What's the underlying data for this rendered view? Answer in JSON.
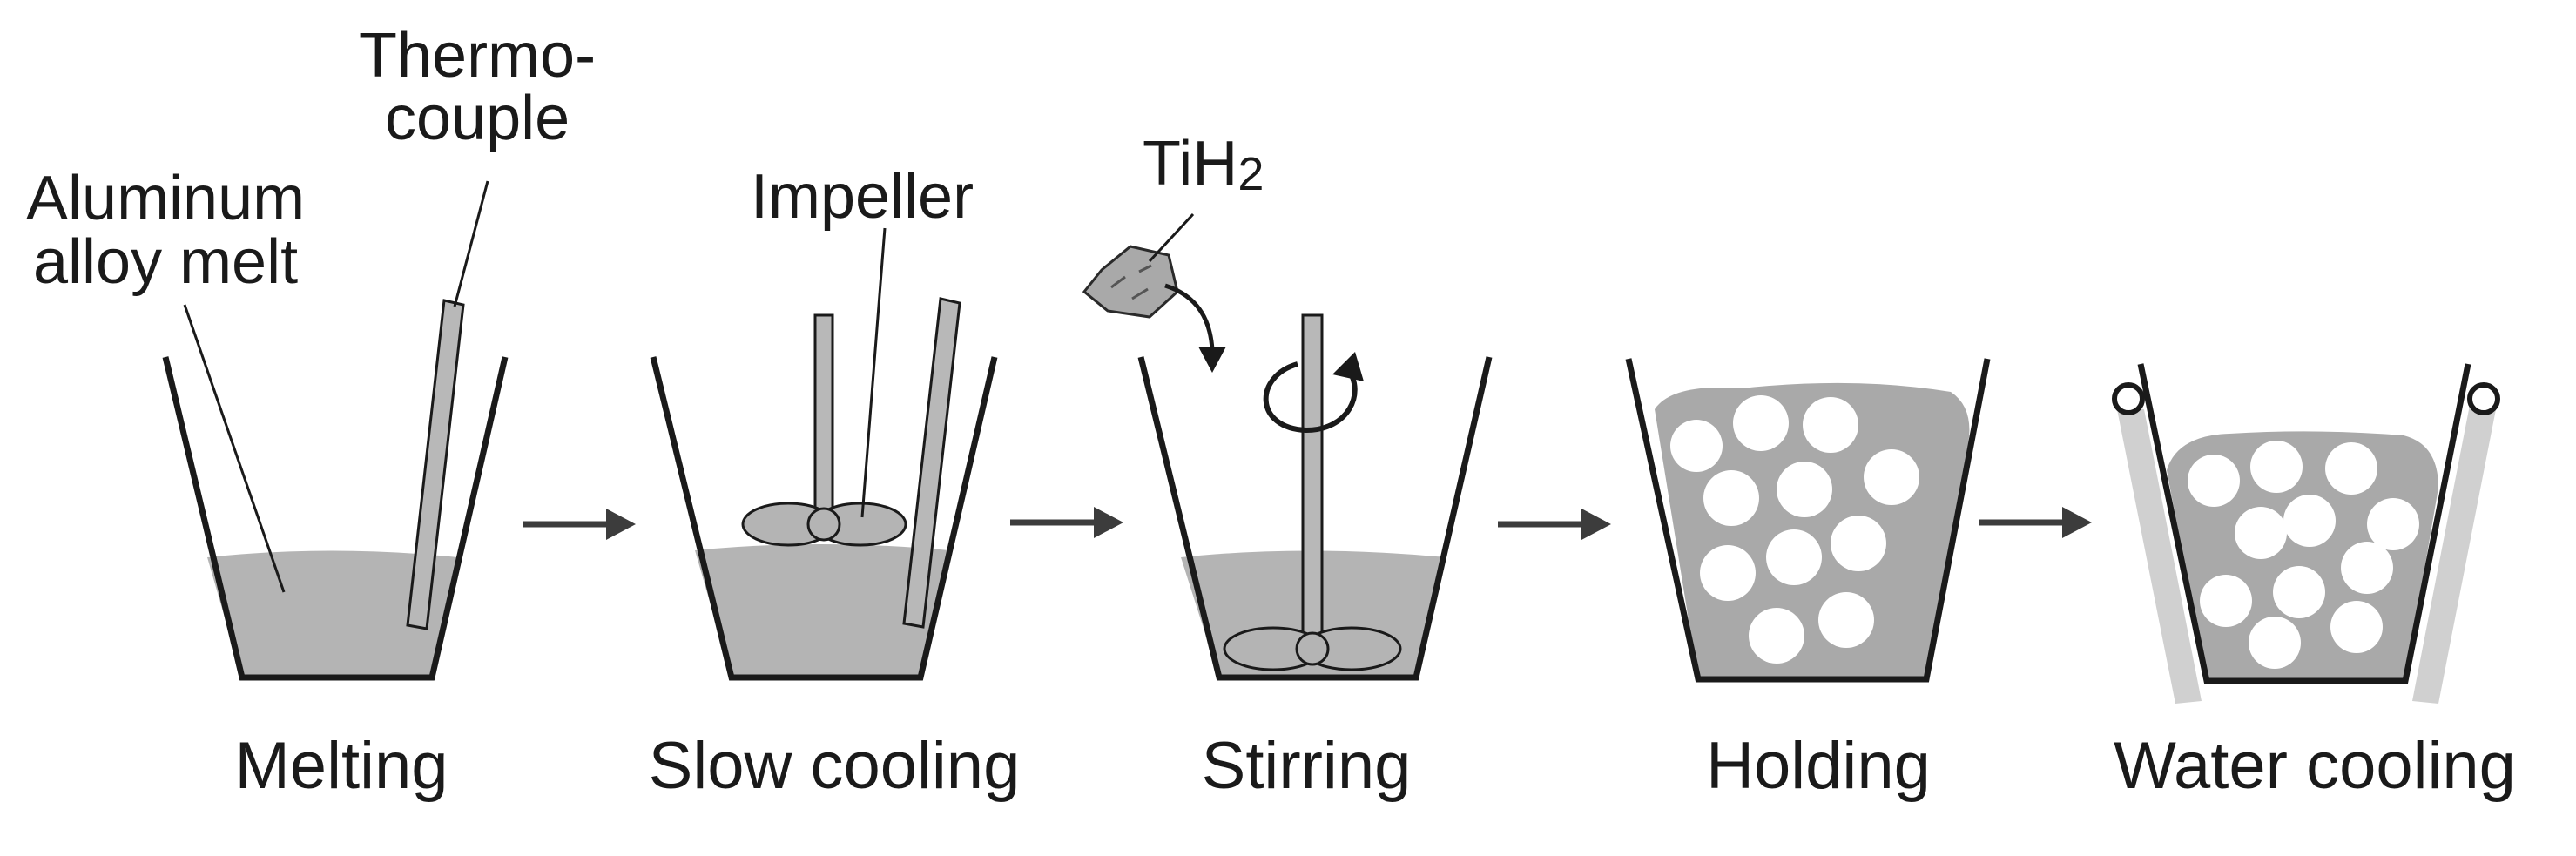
{
  "stages": [
    {
      "label": "Melting"
    },
    {
      "label": "Slow cooling"
    },
    {
      "label": "Stirring"
    },
    {
      "label": "Holding"
    },
    {
      "label": "Water cooling"
    }
  ],
  "callouts": {
    "melt_line1": "Aluminum",
    "melt_line2": "alloy melt",
    "thermo_line1": "Thermo-",
    "thermo_line2": "couple",
    "impeller": "Impeller",
    "tih2_base": "TiH",
    "tih2_sub": "2"
  },
  "colors": {
    "outline": "#1a1a1a",
    "melt": "#b4b4b4",
    "foam_melt": "#a9a9a9",
    "bubble": "#ffffff",
    "rod": "#b8b8b8",
    "water": "#d0d0d0",
    "arrow": "#3c3c3c"
  }
}
